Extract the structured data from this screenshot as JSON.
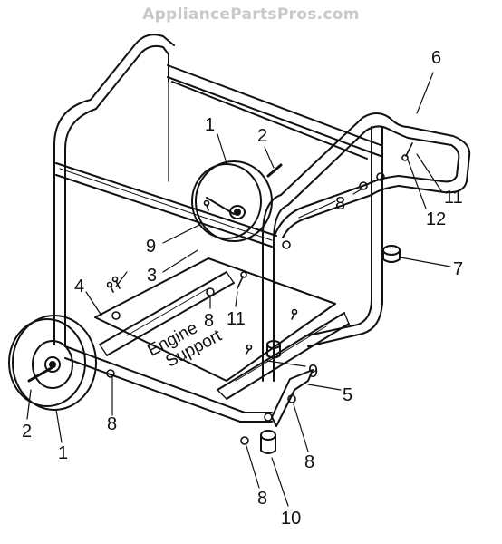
{
  "watermark": "AppliancePartsPros.com",
  "engine_support_label": {
    "line1": "Engine",
    "line2": "Support"
  },
  "callouts": {
    "c1_top": "1",
    "c2_top": "2",
    "c6": "6",
    "c8_upper": "8",
    "c11_upper": "11",
    "c12": "12",
    "c9_upper": "9",
    "c7": "7",
    "c3": "3",
    "c4": "4",
    "c8_mid": "8",
    "c11_mid": "11",
    "c9_lower": "9",
    "c5": "5",
    "c8_left": "8",
    "c2_left": "2",
    "c1_left": "1",
    "c8_right": "8",
    "c8_bottom": "8",
    "c10": "10"
  }
}
